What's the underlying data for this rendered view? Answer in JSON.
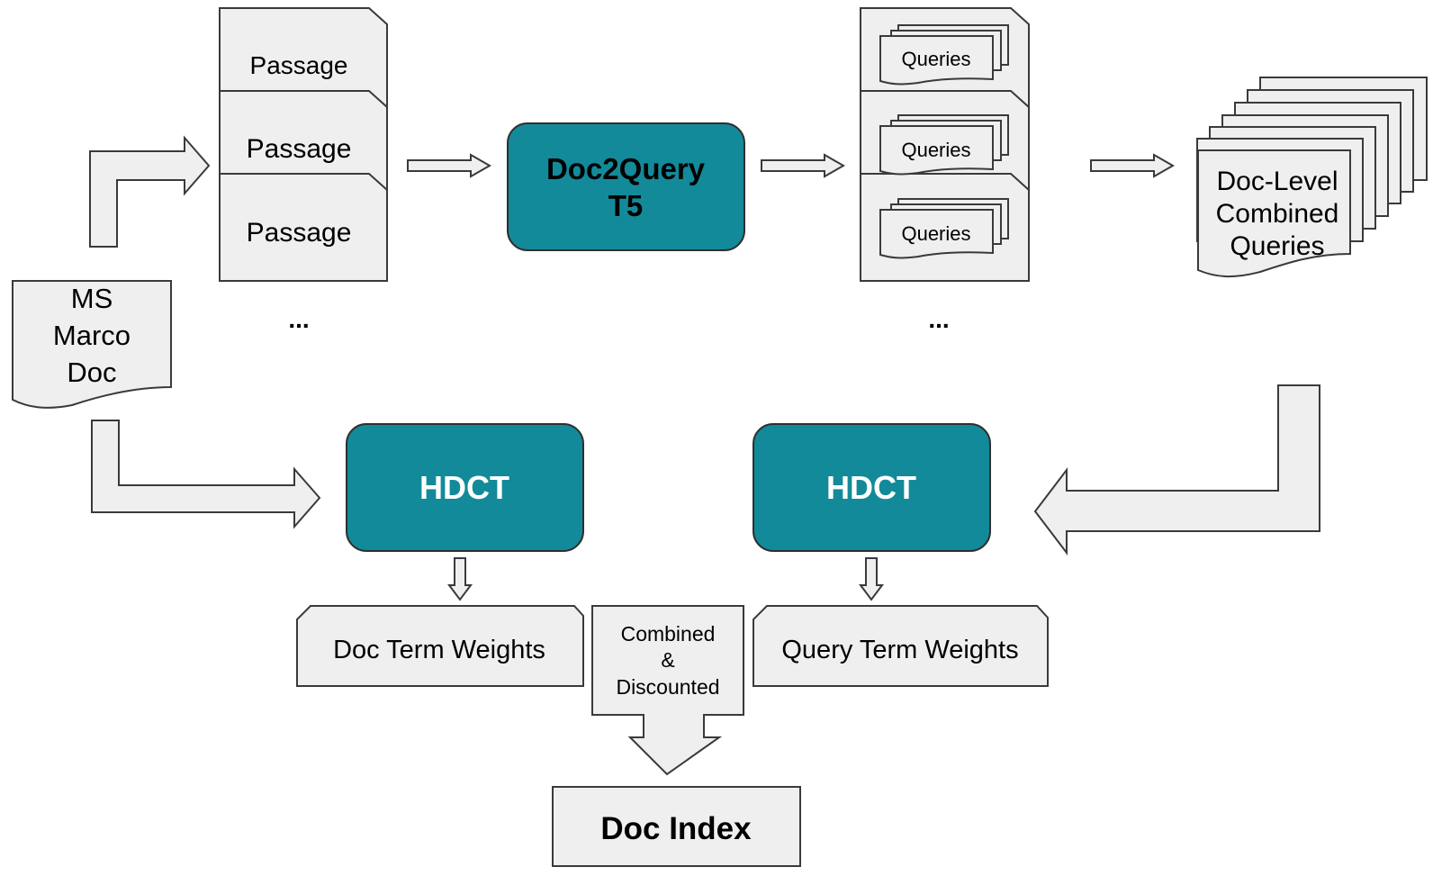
{
  "input_doc": {
    "line1": "MS",
    "line2": "Marco",
    "line3": "Doc"
  },
  "passages": [
    "Passage",
    "Passage",
    "Passage"
  ],
  "passages_ellipsis": "...",
  "doc2query": {
    "line1": "Doc2Query",
    "line2": "T5"
  },
  "queries": [
    "Queries",
    "Queries",
    "Queries"
  ],
  "queries_ellipsis": "...",
  "combined_queries": {
    "line1": "Doc-Level",
    "line2": "Combined",
    "line3": "Queries"
  },
  "hdct_left": "HDCT",
  "hdct_right": "HDCT",
  "doc_term_weights": "Doc Term  Weights",
  "query_term_weights": "Query Term  Weights",
  "combine_step": {
    "line1": "Combined",
    "line2": "&",
    "line3": "Discounted"
  },
  "doc_index": "Doc Index",
  "colors": {
    "model_box": "#138a9a",
    "doc_fill": "#efefef",
    "outline": "#3a3a3a"
  }
}
